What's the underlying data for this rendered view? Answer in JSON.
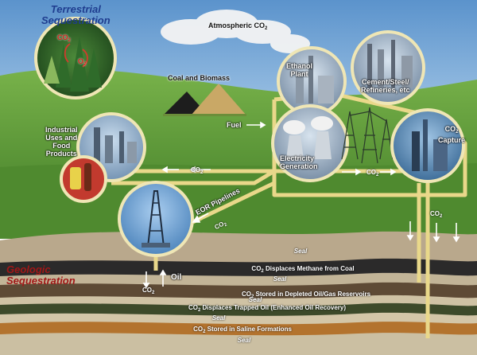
{
  "titles": {
    "terrestrial": "Terrestrial\nSequestration",
    "geologic": "Geologic\nSequestration"
  },
  "labels": {
    "atmospheric": "Atmospheric CO",
    "co2_circle": "CO",
    "o2_circle": "O",
    "coal_biomass": "Coal and Biomass",
    "ethanol_plant": "Ethanol\nPlant",
    "cement": "Cement/Steel/\nRefineries, etc",
    "fuel": "Fuel",
    "electricity": "Electricity\nGeneration",
    "co2_capture": "CO\nCapture",
    "industrial": "Industrial\nUses and\nFood\nProducts",
    "eor_pipelines": "EOR Pipelines",
    "oil": "Oil"
  },
  "arrows": {
    "co2_to_industrial": "CO",
    "co2_to_capture": "CO",
    "co2_eor": "CO",
    "co2_down_right": "CO",
    "co2_down_left": "CO"
  },
  "layers": [
    {
      "id": "seal1",
      "text": "Seal",
      "kind": "seal"
    },
    {
      "id": "methane",
      "text": "Displaces Methane from Coal",
      "kind": "layer"
    },
    {
      "id": "seal2",
      "text": "Seal",
      "kind": "seal"
    },
    {
      "id": "depleted",
      "text": "Stored in Depleted Oil/Gas Reservoirs",
      "kind": "layer"
    },
    {
      "id": "seal3",
      "text": "Seal",
      "kind": "seal"
    },
    {
      "id": "trapped",
      "text": "Displaces Trapped Oil (Enhanced Oil Recovery)",
      "kind": "layer"
    },
    {
      "id": "seal4",
      "text": "Seal",
      "kind": "seal"
    },
    {
      "id": "saline",
      "text": "Stored in Saline Formations",
      "kind": "layer"
    },
    {
      "id": "seal5",
      "text": "Seal",
      "kind": "seal"
    }
  ],
  "co2_prefix": "CO",
  "subscript_2": "2",
  "colors": {
    "sky": "#7fb2df",
    "grass": "#5f9a3a",
    "pipe": "#e9d88a",
    "title_terrestrial": "#1f3d8f",
    "title_geologic": "#a11717"
  }
}
